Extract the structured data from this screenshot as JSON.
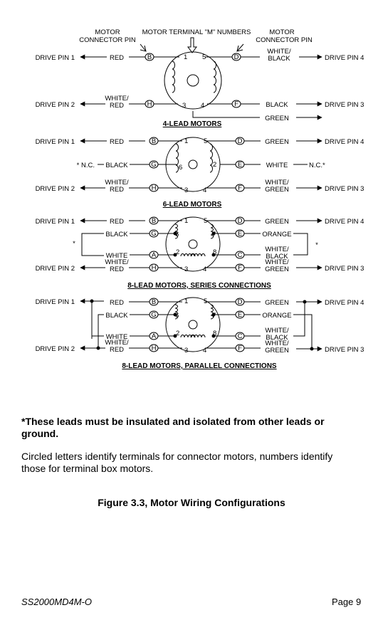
{
  "header": {
    "motor_connector_pin_left": [
      "MOTOR",
      "CONNECTOR PIN"
    ],
    "terminal_numbers": "MOTOR TERMINAL \"M\" NUMBERS",
    "motor_connector_pin_right": [
      "MOTOR",
      "CONNECTOR PIN"
    ]
  },
  "drive_pins": {
    "pin1": "DRIVE PIN 1",
    "pin2": "DRIVE PIN 2",
    "pin3": "DRIVE PIN 3",
    "pin4": "DRIVE PIN 4"
  },
  "nc_left": "* N.C.",
  "nc_right": "N.C.*",
  "asterisk": "*",
  "pins": {
    "A": "A",
    "B": "B",
    "C": "C",
    "D": "D",
    "E": "E",
    "F": "F",
    "G": "G",
    "H": "H"
  },
  "terminals": {
    "t1": "1",
    "t2": "2",
    "t3": "3",
    "t4": "4",
    "t5": "5",
    "t6": "6",
    "t7": "7",
    "t8": "8"
  },
  "wires": {
    "red": "RED",
    "black": "BLACK",
    "white": "WHITE",
    "green": "GREEN",
    "orange": "ORANGE",
    "white_red": [
      "WHITE/",
      "RED"
    ],
    "white_black": [
      "WHITE/",
      "BLACK"
    ],
    "white_green": [
      "WHITE/",
      "GREEN"
    ]
  },
  "sections": {
    "four_lead": "4-LEAD MOTORS",
    "six_lead": "6-LEAD MOTORS",
    "eight_series": "8-LEAD MOTORS, SERIES CONNECTIONS",
    "eight_parallel": "8-LEAD MOTORS, PARALLEL CONNECTIONS"
  },
  "notes": {
    "insulate": "*These leads must be insulated and isolated from other leads or ground.",
    "circled": "Circled letters identify terminals for connector motors, numbers identify those for terminal box motors."
  },
  "caption": "Figure 3.3, Motor Wiring Configurations",
  "footer": {
    "doc_id": "SS2000MD4M-O",
    "page": "Page 9"
  }
}
